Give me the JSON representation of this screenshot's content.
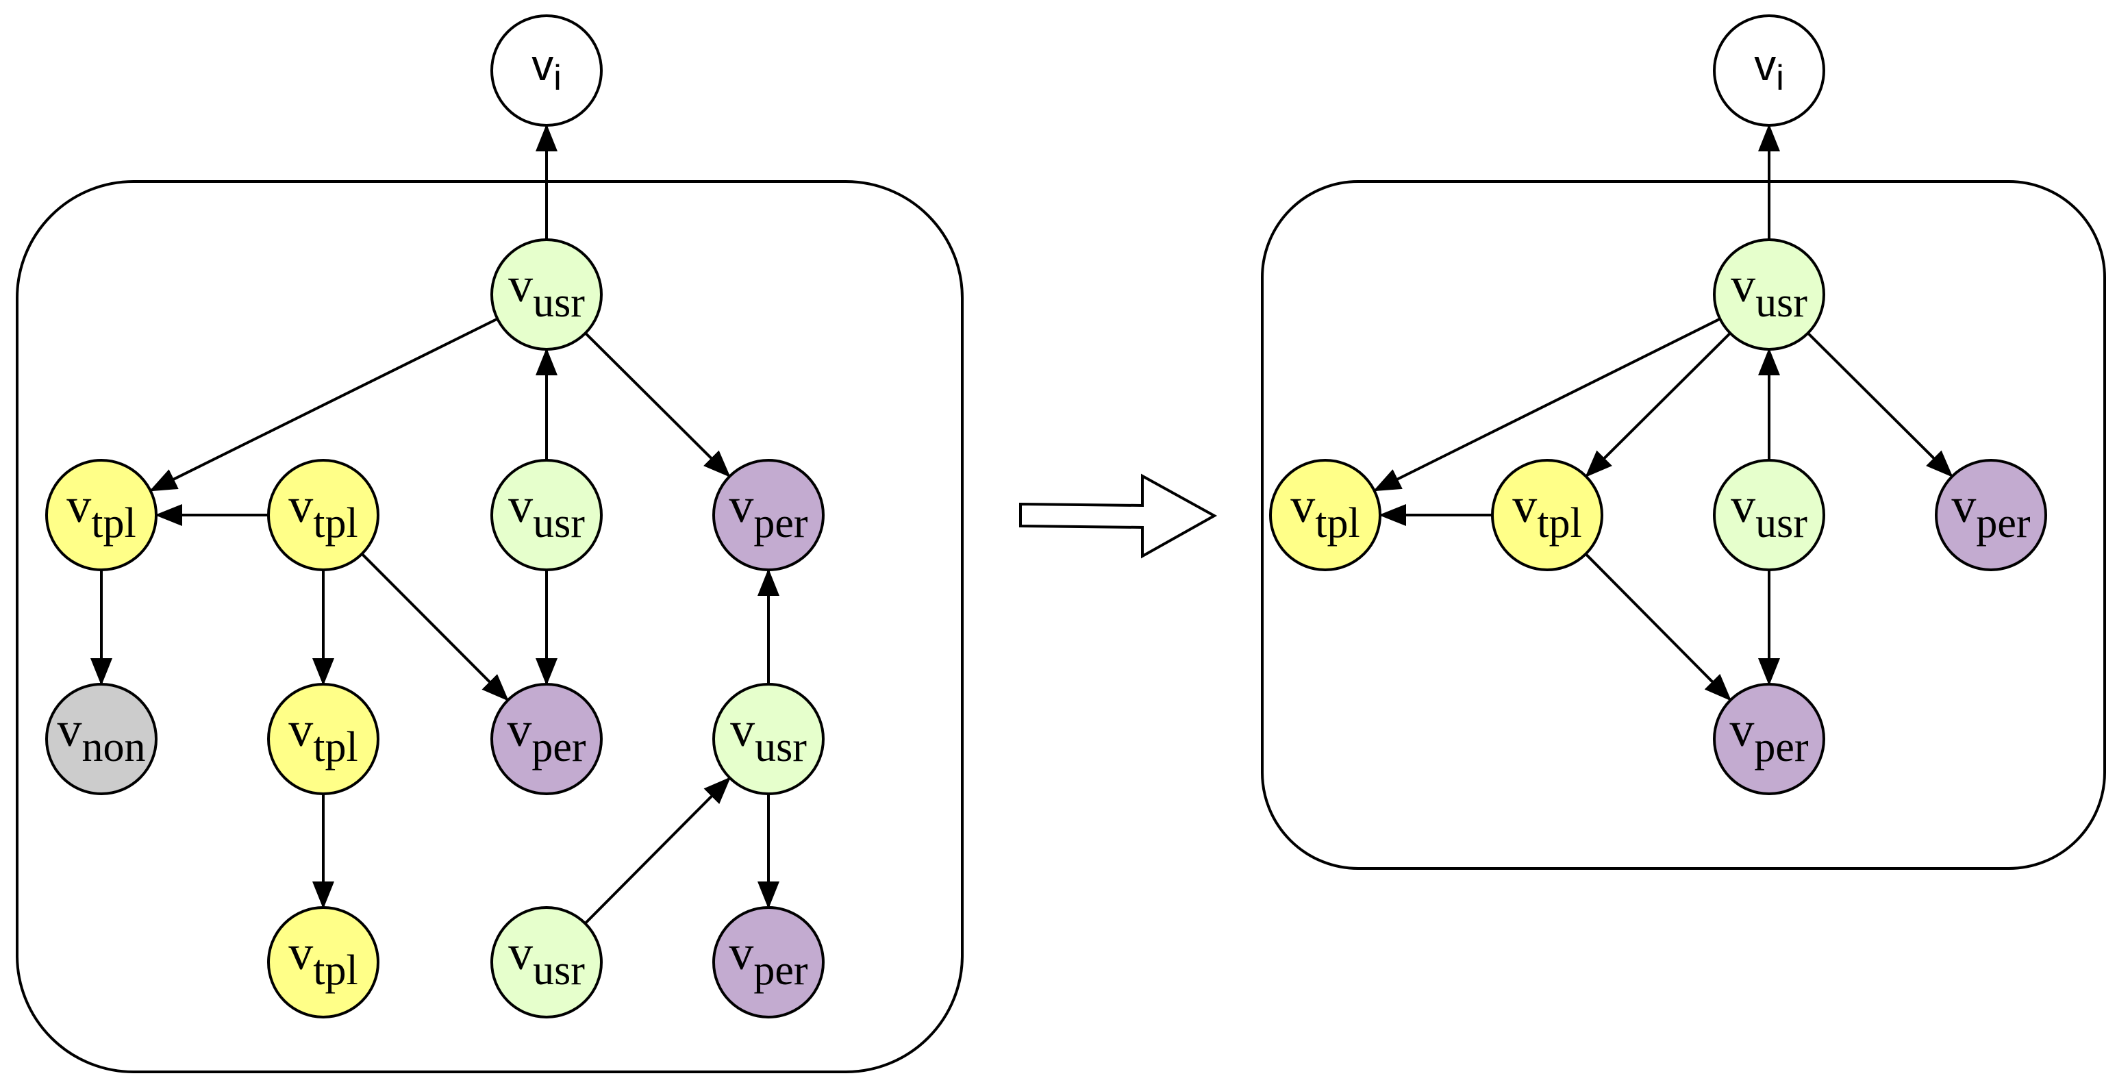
{
  "colors": {
    "usr": "#e6ffcc",
    "tpl": "#ffff88",
    "per": "#c3abd0",
    "non": "#cccccc",
    "top": "#ffffff"
  },
  "left_graph": {
    "nodes": [
      {
        "id": "vi",
        "base": "v",
        "sub": "i",
        "type": "top"
      },
      {
        "id": "usr_top",
        "base": "v",
        "sub": "usr",
        "type": "usr"
      },
      {
        "id": "tpl_a",
        "base": "v",
        "sub": "tpl",
        "type": "tpl"
      },
      {
        "id": "tpl_b",
        "base": "v",
        "sub": "tpl",
        "type": "tpl"
      },
      {
        "id": "usr_mid",
        "base": "v",
        "sub": "usr",
        "type": "usr"
      },
      {
        "id": "per_right",
        "base": "v",
        "sub": "per",
        "type": "per"
      },
      {
        "id": "non",
        "base": "v",
        "sub": "non",
        "type": "non"
      },
      {
        "id": "tpl_c",
        "base": "v",
        "sub": "tpl",
        "type": "tpl"
      },
      {
        "id": "per_mid",
        "base": "v",
        "sub": "per",
        "type": "per"
      },
      {
        "id": "usr_right",
        "base": "v",
        "sub": "usr",
        "type": "usr"
      },
      {
        "id": "tpl_d",
        "base": "v",
        "sub": "tpl",
        "type": "tpl"
      },
      {
        "id": "usr_bottom",
        "base": "v",
        "sub": "usr",
        "type": "usr"
      },
      {
        "id": "per_bottom",
        "base": "v",
        "sub": "per",
        "type": "per"
      }
    ],
    "edges": [
      {
        "from": "usr_top",
        "to": "vi"
      },
      {
        "from": "usr_top",
        "to": "tpl_a"
      },
      {
        "from": "usr_top",
        "to": "per_right"
      },
      {
        "from": "tpl_b",
        "to": "tpl_a"
      },
      {
        "from": "tpl_b",
        "to": "per_mid"
      },
      {
        "from": "tpl_b",
        "to": "tpl_c"
      },
      {
        "from": "usr_mid",
        "to": "usr_top"
      },
      {
        "from": "usr_mid",
        "to": "per_mid"
      },
      {
        "from": "tpl_a",
        "to": "non"
      },
      {
        "from": "tpl_c",
        "to": "tpl_d"
      },
      {
        "from": "usr_right",
        "to": "per_right"
      },
      {
        "from": "usr_right",
        "to": "per_bottom"
      },
      {
        "from": "usr_bottom",
        "to": "usr_right"
      }
    ]
  },
  "right_graph": {
    "nodes": [
      {
        "id": "vi",
        "base": "v",
        "sub": "i",
        "type": "top"
      },
      {
        "id": "usr_top",
        "base": "v",
        "sub": "usr",
        "type": "usr"
      },
      {
        "id": "tpl_a",
        "base": "v",
        "sub": "tpl",
        "type": "tpl"
      },
      {
        "id": "tpl_b",
        "base": "v",
        "sub": "tpl",
        "type": "tpl"
      },
      {
        "id": "usr_mid",
        "base": "v",
        "sub": "usr",
        "type": "usr"
      },
      {
        "id": "per_right",
        "base": "v",
        "sub": "per",
        "type": "per"
      },
      {
        "id": "per_mid",
        "base": "v",
        "sub": "per",
        "type": "per"
      }
    ],
    "edges": [
      {
        "from": "usr_top",
        "to": "vi"
      },
      {
        "from": "usr_top",
        "to": "tpl_a"
      },
      {
        "from": "usr_top",
        "to": "tpl_b"
      },
      {
        "from": "usr_top",
        "to": "per_right"
      },
      {
        "from": "tpl_b",
        "to": "tpl_a"
      },
      {
        "from": "tpl_b",
        "to": "per_mid"
      },
      {
        "from": "usr_mid",
        "to": "usr_top"
      },
      {
        "from": "usr_mid",
        "to": "per_mid"
      }
    ]
  }
}
